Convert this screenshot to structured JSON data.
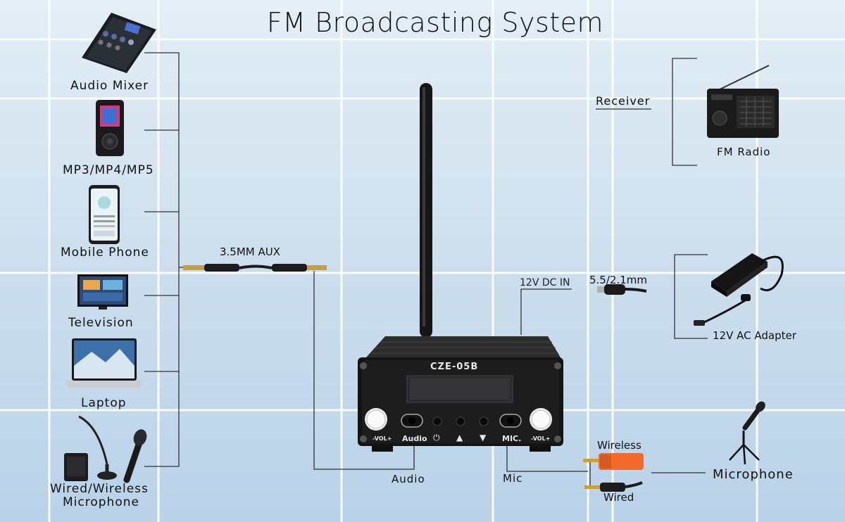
{
  "title": "FM Broadcasting System",
  "sources": {
    "audio_mixer": "Audio Mixer",
    "mp3": "MP3/MP4/MP5",
    "mobile_phone": "Mobile Phone",
    "television": "Television",
    "laptop": "Laptop",
    "microphone_line1": "Wired/Wireless",
    "microphone_line2": "Microphone"
  },
  "cable_label": "3.5MM AUX",
  "device": {
    "model": "CZE-05B",
    "knob_left_label": "-VOL+",
    "audio_port_label": "Audio",
    "power_label": "⏻",
    "up_label": "▲",
    "down_label": "▼",
    "mic_port_label": "MIC.",
    "knob_right_label": "-VOL+"
  },
  "dc_in_label": "12V DC IN",
  "dc_plug_label": "5.5/2.1mm",
  "receiver_label": "Receiver",
  "fm_radio_label": "FM Radio",
  "adapter_label": "12V AC Adapter",
  "audio_label": "Audio",
  "mic_label": "Mic",
  "wireless_label": "Wireless",
  "wired_label": "Wired",
  "microphone_label": "Microphone"
}
